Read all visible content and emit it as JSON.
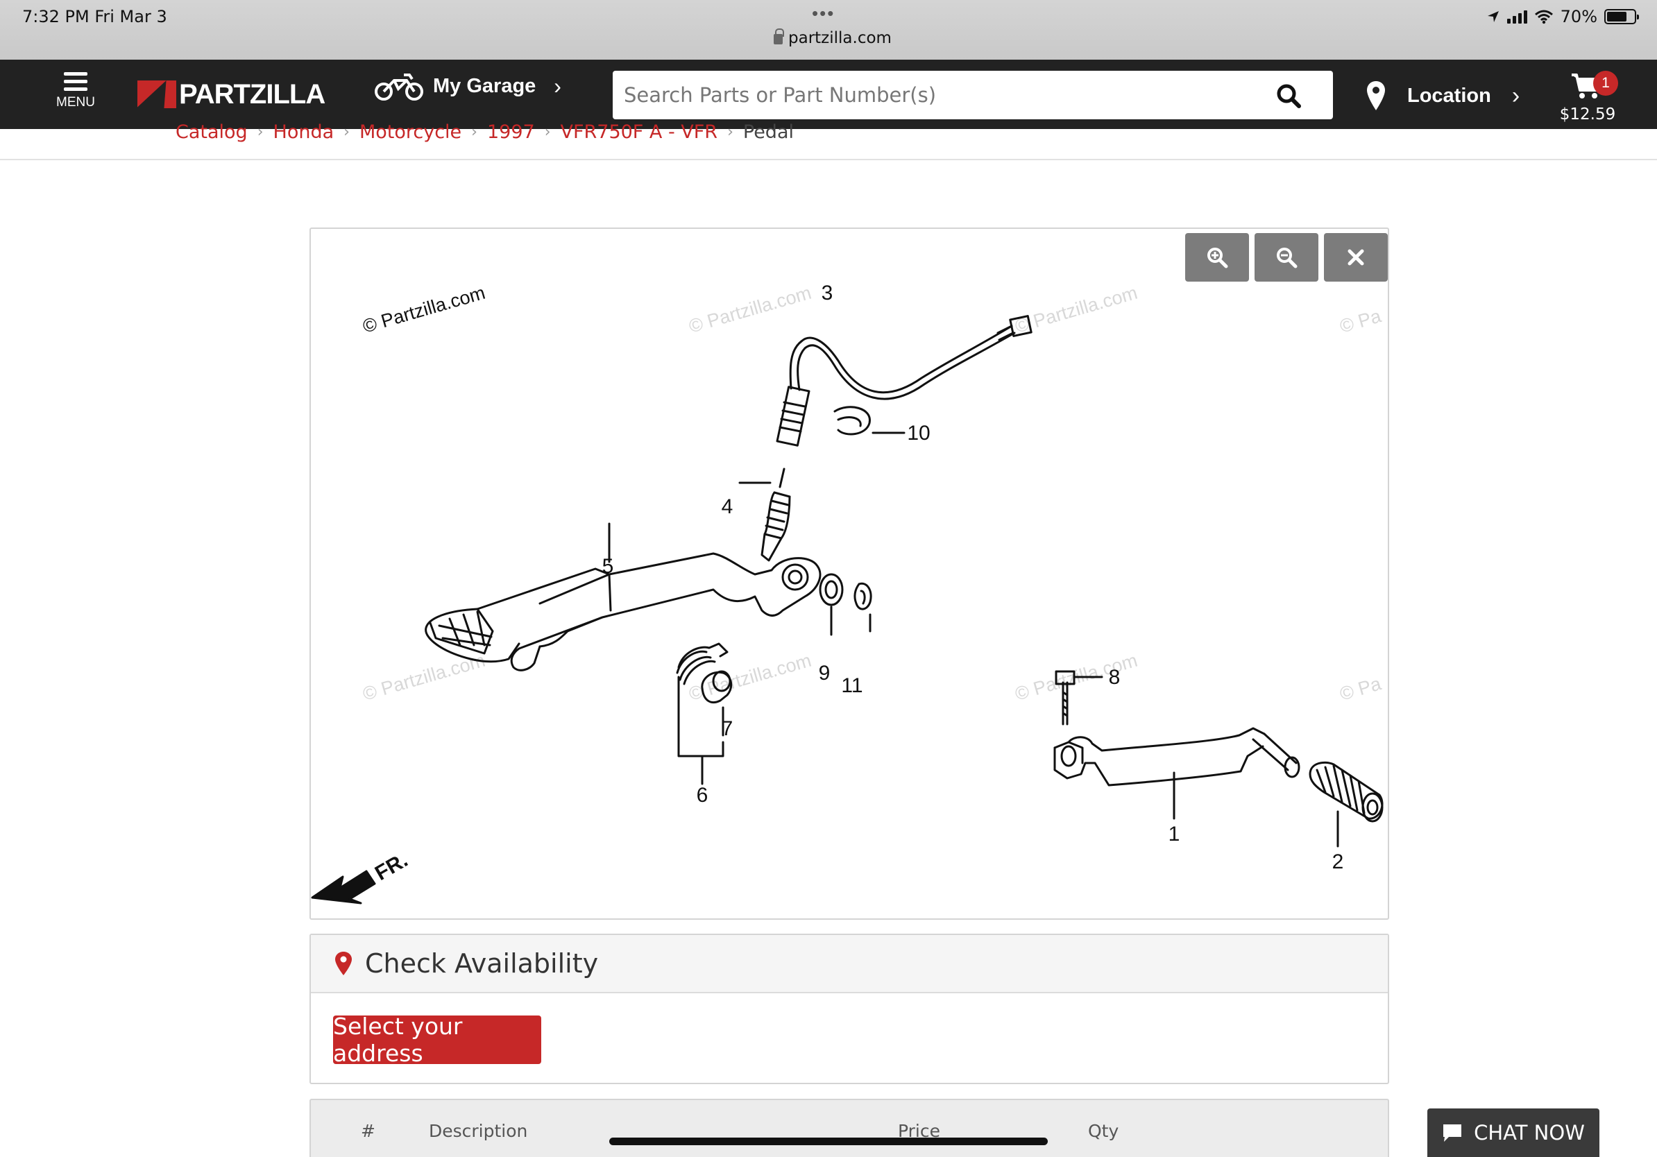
{
  "status_bar": {
    "time": "7:32 PM   Fri Mar 3",
    "dots": "•••",
    "url": "partzilla.com",
    "battery": "70%"
  },
  "navbar": {
    "menu_label": "MENU",
    "logo_text": "PARTZILLA",
    "garage_label": "My Garage",
    "search_placeholder": "Search Parts or Part Number(s)",
    "location_label": "Location",
    "cart_count": "1",
    "cart_total": "$12.59"
  },
  "breadcrumb": {
    "items": [
      "Catalog",
      "Honda",
      "Motorcycle",
      "1997",
      "VFR750F A - VFR"
    ],
    "current": "Pedal"
  },
  "diagram": {
    "watermark": "© Partzilla.com",
    "watermark_partial": "© Pa",
    "front_label": "FR.",
    "callouts": [
      "1",
      "2",
      "3",
      "4",
      "5",
      "6",
      "7",
      "8",
      "9",
      "10",
      "11"
    ]
  },
  "availability": {
    "title": "Check Availability",
    "button": "Select your address"
  },
  "table": {
    "columns": [
      "#",
      "Description",
      "Price",
      "Qty"
    ]
  },
  "chat": {
    "label": "CHAT NOW"
  },
  "colors": {
    "brand_red": "#c62828",
    "nav_bg": "#222222",
    "tool_gray": "#7c7c7c"
  }
}
